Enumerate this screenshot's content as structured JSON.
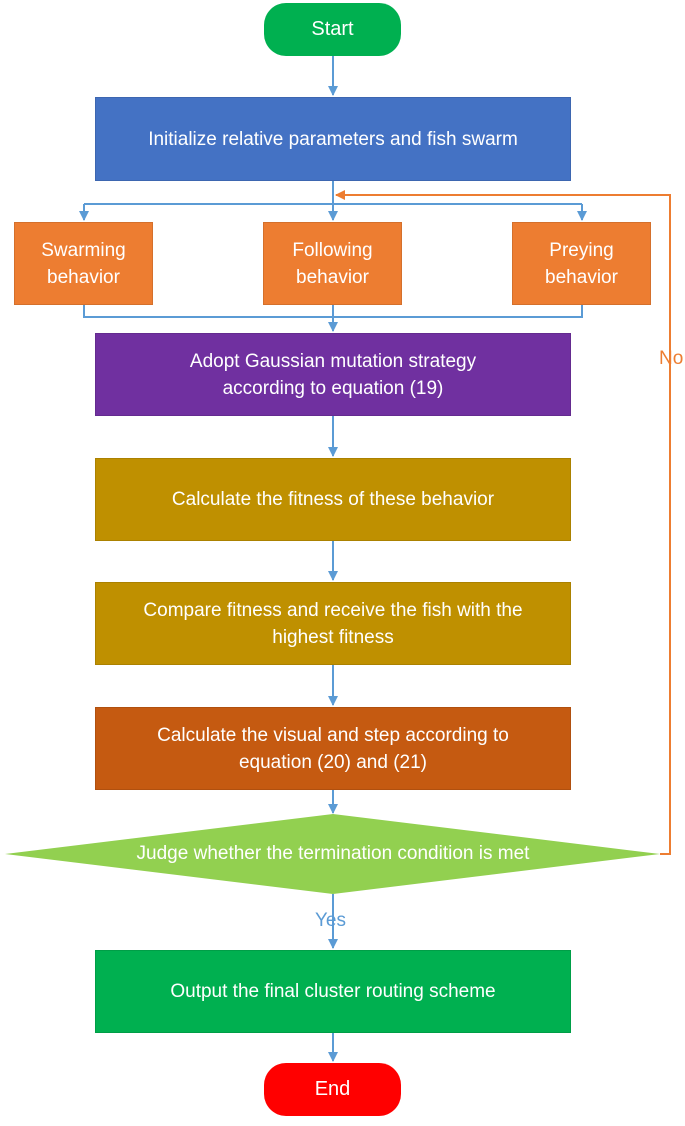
{
  "flowchart": {
    "nodes": {
      "start": {
        "label": "Start",
        "color": "#00b050"
      },
      "init": {
        "label": "Initialize relative parameters and fish swarm",
        "color": "#4472c4"
      },
      "swarming": {
        "label": "Swarming\nbehavior",
        "color": "#ed7d31"
      },
      "following": {
        "label": "Following\nbehavior",
        "color": "#ed7d31"
      },
      "preying": {
        "label": "Preying\nbehavior",
        "color": "#ed7d31"
      },
      "gaussian": {
        "label": "Adopt Gaussian mutation strategy\naccording to equation (19)",
        "color": "#7030a0"
      },
      "fitness_calc": {
        "label": "Calculate the fitness of these behavior",
        "color": "#bf9000"
      },
      "compare": {
        "label": "Compare fitness and receive the fish with the\nhighest fitness",
        "color": "#bf9000"
      },
      "visual_step": {
        "label": "Calculate the visual and step according to\nequation (20) and (21)",
        "color": "#c55a11"
      },
      "judge": {
        "label": "Judge whether the termination condition is met",
        "color": "#92d050"
      },
      "output": {
        "label": "Output the final cluster routing scheme",
        "color": "#00b050"
      },
      "end": {
        "label": "End",
        "color": "#ff0000"
      }
    },
    "edges": [
      {
        "from": "start",
        "to": "init"
      },
      {
        "from": "init",
        "to": "swarming"
      },
      {
        "from": "init",
        "to": "following"
      },
      {
        "from": "init",
        "to": "preying"
      },
      {
        "from": "swarming",
        "to": "gaussian"
      },
      {
        "from": "following",
        "to": "gaussian"
      },
      {
        "from": "preying",
        "to": "gaussian"
      },
      {
        "from": "gaussian",
        "to": "fitness_calc"
      },
      {
        "from": "fitness_calc",
        "to": "compare"
      },
      {
        "from": "compare",
        "to": "visual_step"
      },
      {
        "from": "visual_step",
        "to": "judge"
      },
      {
        "from": "judge",
        "to": "output",
        "label": "Yes"
      },
      {
        "from": "judge",
        "to": "init",
        "label": "No"
      },
      {
        "from": "output",
        "to": "end"
      }
    ],
    "colors": {
      "arrow": "#5b9bd5",
      "loop_arrow": "#ed7d31"
    }
  }
}
